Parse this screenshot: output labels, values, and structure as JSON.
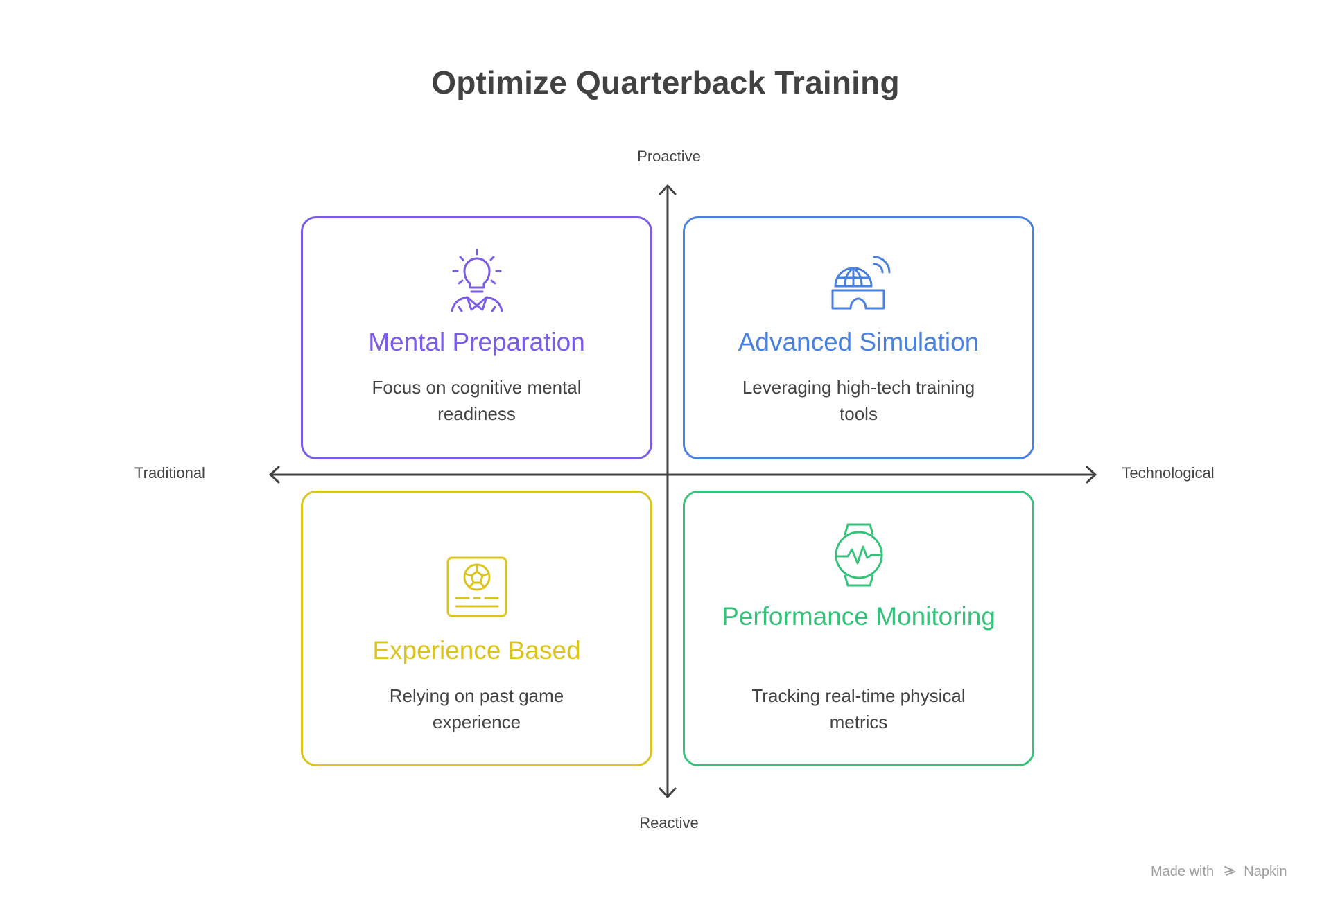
{
  "title": "Optimize Quarterback Training",
  "axes": {
    "top": "Proactive",
    "bottom": "Reactive",
    "left": "Traditional",
    "right": "Technological"
  },
  "quadrants": [
    {
      "id": "mental",
      "title": "Mental Preparation",
      "description": "Focus on cognitive mental readiness",
      "color": "#7b5ce6",
      "icon": "lightbulb-person-icon"
    },
    {
      "id": "advanced",
      "title": "Advanced Simulation",
      "description": "Leveraging high-tech training tools",
      "color": "#4a80de",
      "icon": "vr-headset-globe-icon"
    },
    {
      "id": "experience",
      "title": "Experience Based",
      "description": "Relying on past game experience",
      "color": "#dcc41e",
      "icon": "football-card-icon"
    },
    {
      "id": "performance",
      "title": "Performance Monitoring",
      "description": "Tracking real-time physical metrics",
      "color": "#37c27c",
      "icon": "heart-rate-watch-icon"
    }
  ],
  "footer": {
    "prefix": "Made with",
    "brand": "Napkin"
  }
}
